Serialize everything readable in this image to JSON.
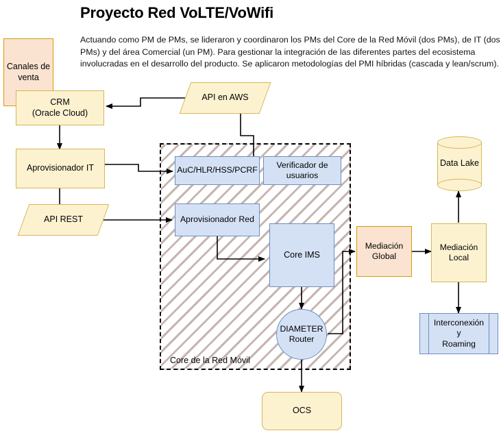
{
  "header": {
    "title": "Proyecto Red VoLTE/VoWifi",
    "description": "Actuando como PM de PMs, se lideraron y coordinaron los PMs del Core de la Red Móvil (dos PMs), de IT (dos PMs) y del área Comercial (un PM). Para gestionar la integración de las diferentes partes del ecosistema involucradas en el desarrollo del producto. Se aplicaron metodologías del PMI híbridas (cascada y lean/scrum)."
  },
  "colors": {
    "peach_fill": "#fae3d0",
    "peach_stroke": "#d79b00",
    "cream_fill": "#fdf2d0",
    "cream_stroke": "#d6b656",
    "blue_fill": "#d4e1f5",
    "blue_stroke": "#6c8ebf",
    "edge": "#000000",
    "group_border": "#000000"
  },
  "group": {
    "label": "Core de la Red Móvil",
    "shape": "dashed-hatched-container"
  },
  "nodes": {
    "canales_venta": {
      "label": "Canales de\nventa",
      "shape": "rectangle",
      "fill": "peach"
    },
    "crm": {
      "label": "CRM\n(Oracle Cloud)",
      "shape": "rectangle",
      "fill": "cream"
    },
    "aprov_it": {
      "label": "Aprovisionador IT",
      "shape": "rectangle",
      "fill": "cream"
    },
    "api_rest": {
      "label": "API REST",
      "shape": "parallelogram",
      "fill": "cream"
    },
    "api_aws": {
      "label": "API en AWS",
      "shape": "parallelogram",
      "fill": "cream"
    },
    "auc": {
      "label": "AuC/HLR/HSS/PCRF",
      "shape": "rectangle",
      "fill": "blue"
    },
    "verificador": {
      "label": "Verificador de\nusuarios",
      "shape": "rectangle",
      "fill": "blue"
    },
    "aprov_red": {
      "label": "Aprovisionador Red",
      "shape": "rectangle",
      "fill": "blue"
    },
    "core_ims": {
      "label": "Core IMS",
      "shape": "rectangle",
      "fill": "blue"
    },
    "diameter": {
      "label": "DIAMETER\nRouter",
      "shape": "circle",
      "fill": "blue"
    },
    "ocs": {
      "label": "OCS",
      "shape": "rounded-rectangle",
      "fill": "cream"
    },
    "mediacion_global": {
      "label": "Mediación\nGlobal",
      "shape": "rectangle",
      "fill": "peach"
    },
    "mediacion_local": {
      "label": "Mediación\nLocal",
      "shape": "rectangle",
      "fill": "cream"
    },
    "data_lake": {
      "label": "Data Lake",
      "shape": "cylinder",
      "fill": "cream"
    },
    "interconexion": {
      "label": "Interconexión\ny\nRoaming",
      "shape": "process",
      "fill": "blue"
    }
  },
  "edges": [
    {
      "from": "crm",
      "to": "aprov_it",
      "style": "arrow"
    },
    {
      "from": "aprov_it",
      "to": "api_rest",
      "style": "arrow"
    },
    {
      "from": "aprov_it",
      "to": "auc",
      "style": "arrow"
    },
    {
      "from": "api_rest",
      "to": "aprov_red",
      "style": "arrow"
    },
    {
      "from": "api_aws",
      "to": "crm",
      "style": "arrow"
    },
    {
      "from": "verificador",
      "to": "api_aws",
      "style": "arrow"
    },
    {
      "from": "aprov_red",
      "to": "core_ims",
      "style": "arrow"
    },
    {
      "from": "core_ims",
      "to": "diameter",
      "style": "arrow"
    },
    {
      "from": "diameter",
      "to": "mediacion_global",
      "style": "arrow"
    },
    {
      "from": "diameter",
      "to": "ocs",
      "style": "arrow"
    },
    {
      "from": "mediacion_global",
      "to": "mediacion_local",
      "style": "arrow"
    },
    {
      "from": "mediacion_local",
      "to": "data_lake",
      "style": "arrow"
    },
    {
      "from": "mediacion_local",
      "to": "interconexion",
      "style": "arrow"
    }
  ]
}
